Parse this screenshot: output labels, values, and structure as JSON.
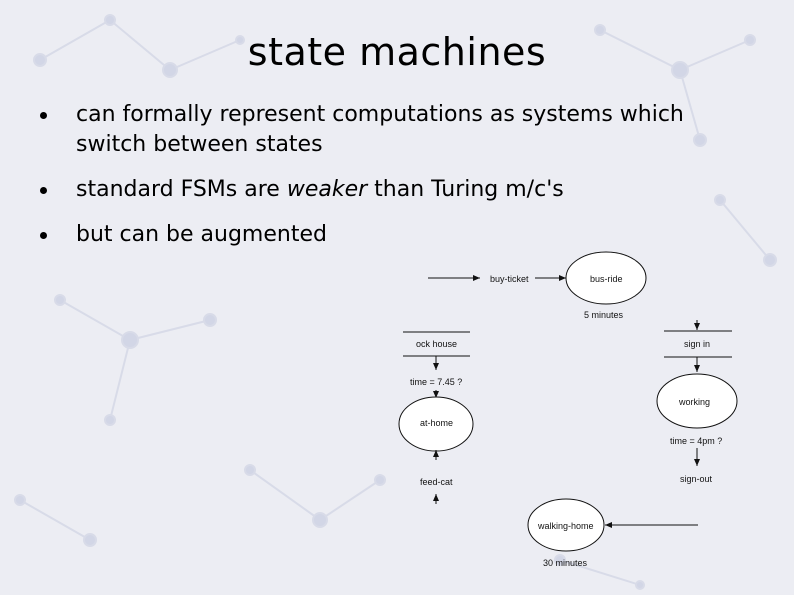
{
  "slide": {
    "title": "state machines",
    "bullets": [
      {
        "text": "can formally represent computations as systems which switch between states"
      },
      {
        "prefix": "standard FSMs are ",
        "emphasis": "weaker",
        "suffix": " than Turing m/c's"
      },
      {
        "text": "but can be augmented"
      }
    ]
  },
  "diagram": {
    "state_bus_ride": "bus-ride",
    "transition_buy_ticket": "buy-ticket",
    "duration_bus": "5 minutes",
    "transition_lock_house": "ock house",
    "condition_time_745": "time = 7.45 ?",
    "state_at_home": "at-home",
    "transition_feed_cat": "feed-cat",
    "transition_sign_in": "sign in",
    "state_working": "working",
    "condition_time_4pm": "time = 4pm ?",
    "transition_sign_out": "sign-out",
    "state_walking_home": "walking-home",
    "duration_walk": "30 minutes"
  }
}
